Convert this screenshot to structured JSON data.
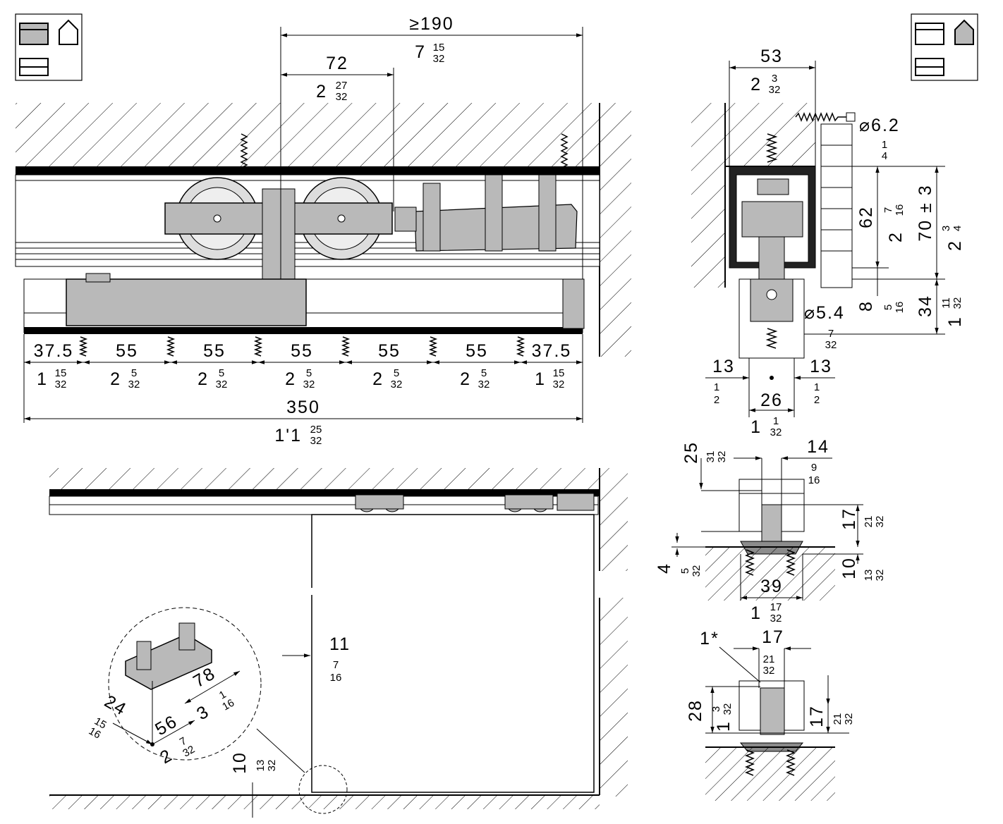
{
  "colors": {
    "part_gray": "#b9b9b9",
    "dark_gray": "#8c8c8c",
    "line": "#000000",
    "paper": "#ffffff"
  },
  "icons": [
    "ceiling-mount-icon",
    "wall-mount-icon"
  ],
  "top_view": {
    "dim_190": "≥190",
    "dim_190_in_whole": "7",
    "dim_190_in_num": "15",
    "dim_190_in_den": "32",
    "dim_72": "72",
    "dim_72_in_whole": "2",
    "dim_72_in_num": "27",
    "dim_72_in_den": "32",
    "spacing": [
      "37.5",
      "55",
      "55",
      "55",
      "55",
      "55",
      "37.5"
    ],
    "spacing_in_whole": [
      "1",
      "2",
      "2",
      "2",
      "2",
      "2",
      "1"
    ],
    "spacing_in_num": [
      "15",
      "5",
      "5",
      "5",
      "5",
      "5",
      "15"
    ],
    "spacing_in_den": [
      "32",
      "32",
      "32",
      "32",
      "32",
      "32",
      "32"
    ],
    "total": "350",
    "total_in_whole": "1'1",
    "total_in_num": "25",
    "total_in_den": "32"
  },
  "side_view": {
    "w53": "53",
    "w53_in_whole": "2",
    "w53_in_num": "3",
    "w53_in_den": "32",
    "phi62": "⌀6.2",
    "phi62_in_num": "1",
    "phi62_in_den": "4",
    "h62": "62",
    "h62_in_whole": "2",
    "h62_in_num": "7",
    "h62_in_den": "16",
    "h70": "70 ± 3",
    "h70_in_whole": "2",
    "h70_in_num": "3",
    "h70_in_den": "4",
    "h8": "8",
    "h8_in_num": "5",
    "h8_in_den": "16",
    "h34": "34",
    "h34_in_whole": "1",
    "h34_in_num": "11",
    "h34_in_den": "32",
    "phi54": "⌀5.4",
    "phi54_in_num": "7",
    "phi54_in_den": "32",
    "w13l": "13",
    "w13r": "13",
    "w13_in_num": "1",
    "w13_in_den": "2",
    "w26": "26",
    "w26_in_whole": "1",
    "w26_in_num": "1",
    "w26_in_den": "32"
  },
  "guide_view": {
    "h25": "25",
    "h25_in_num": "31",
    "h25_in_den": "32",
    "w14": "14",
    "w14_in_num": "9",
    "w14_in_den": "16",
    "h17": "17",
    "h17_in_num": "21",
    "h17_in_den": "32",
    "h4": "4",
    "h4_in_num": "5",
    "h4_in_den": "32",
    "h10": "10",
    "h10_in_num": "13",
    "h10_in_den": "32",
    "w39": "39",
    "w39_in_whole": "1",
    "w39_in_num": "17",
    "w39_in_den": "32"
  },
  "guide_view2": {
    "label": "1*",
    "w17": "17",
    "w17_in_num": "21",
    "w17_in_den": "32",
    "h28": "28",
    "h28_in_whole": "1",
    "h28_in_num": "3",
    "h28_in_den": "32",
    "h17": "17",
    "h17_in_num": "21",
    "h17_in_den": "32"
  },
  "front_view": {
    "w11": "11",
    "w11_in_num": "7",
    "w11_in_den": "16",
    "h10": "10",
    "h10_in_num": "13",
    "h10_in_den": "32",
    "d78": "78",
    "d78_in_whole": "3",
    "d78_in_num": "1",
    "d78_in_den": "16",
    "d56": "56",
    "d56_in_whole": "2",
    "d56_in_num": "7",
    "d56_in_den": "32",
    "d24": "24",
    "d24_in_num": "15",
    "d24_in_den": "16"
  }
}
